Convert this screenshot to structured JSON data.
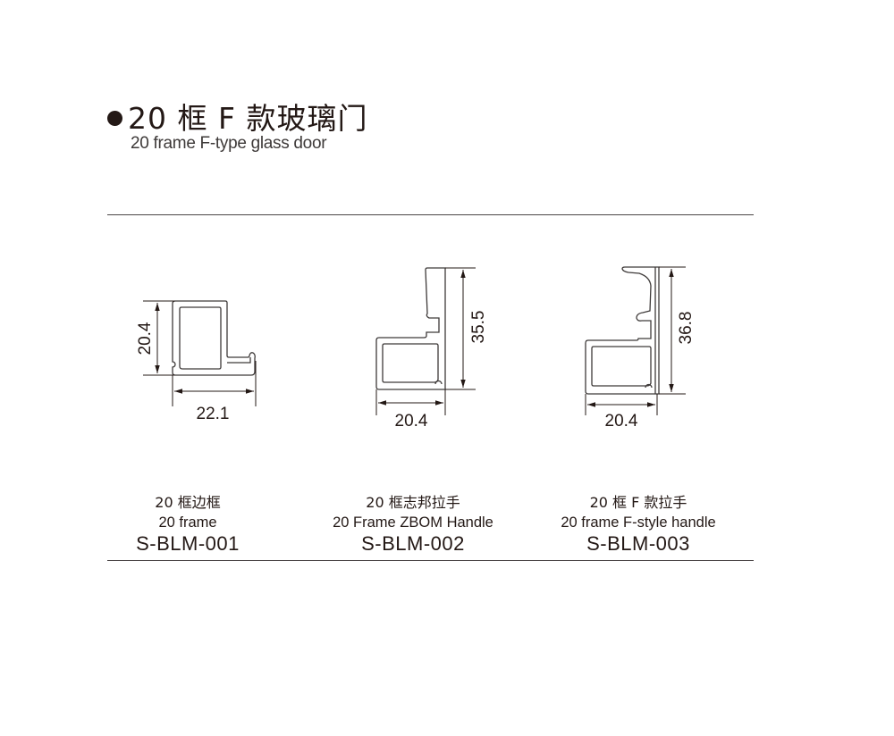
{
  "header": {
    "title_cn": "20 框 F 款玻璃门",
    "title_en": "20 frame F-type glass door"
  },
  "profiles": [
    {
      "name_cn": "20 框边框",
      "name_en": "20 frame",
      "code": "S-BLM-001",
      "dim_height": "20.4",
      "dim_width": "22.1"
    },
    {
      "name_cn": "20 框志邦拉手",
      "name_en": "20 Frame ZBOM Handle",
      "code": "S-BLM-002",
      "dim_height": "35.5",
      "dim_width": "20.4"
    },
    {
      "name_cn": "20 框 F 款拉手",
      "name_en": "20 frame F-style handle",
      "code": "S-BLM-003",
      "dim_height": "36.8",
      "dim_width": "20.4"
    }
  ],
  "colors": {
    "ink": "#231815",
    "line": "#4a4546"
  }
}
